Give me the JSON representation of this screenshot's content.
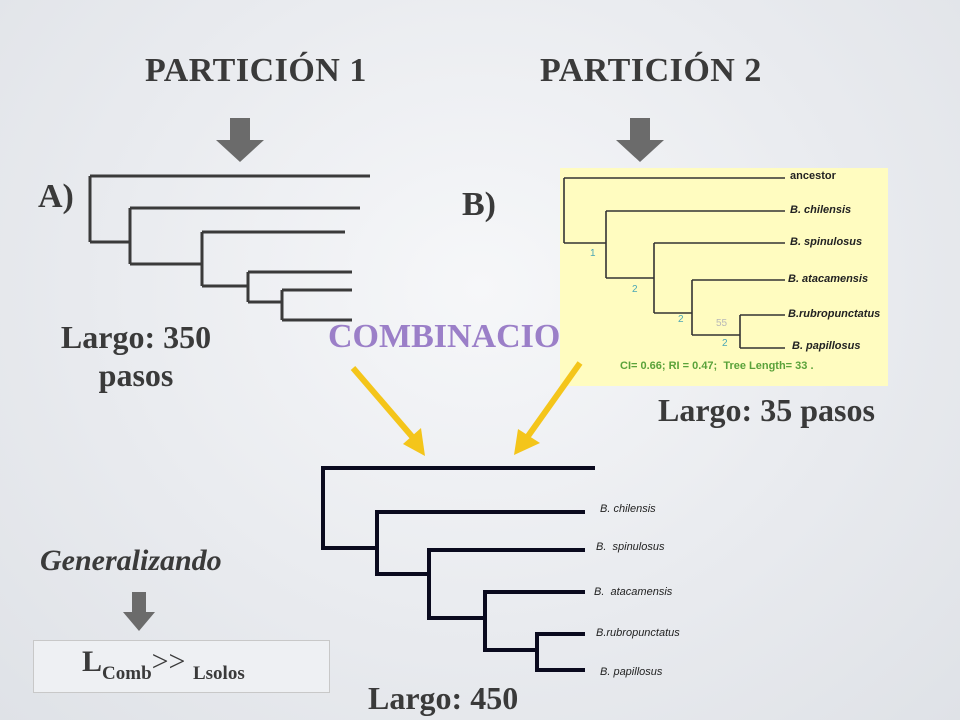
{
  "headings": {
    "partition1": "PARTICIÓN 1",
    "partition2": "PARTICIÓN 2",
    "combination": "COMBINACION"
  },
  "tree_a": {
    "label": "A)",
    "length_line1": "Largo: 350",
    "length_line2": "pasos"
  },
  "tree_b": {
    "label": "B)",
    "taxa": [
      "ancestor",
      "B. chilensis",
      "B. spinulosus",
      "B. atacamensis",
      "B.rubropunctatus",
      "B. papillosus"
    ],
    "node_values": [
      "1",
      "2",
      "2",
      "55",
      "2"
    ],
    "stats": "CI= 0.66; RI = 0.47;  Tree Length= 33 .",
    "length": "Largo: 35 pasos"
  },
  "tree_combined": {
    "taxa": [
      "B. chilensis",
      "B.  spinulosus",
      "B.  atacamensis",
      "B.rubropunctatus",
      "B. papillosus"
    ],
    "length": "Largo: 450"
  },
  "generalization": {
    "label": "Generalizando",
    "formula_main": "L",
    "formula_sub1": "Comb",
    "formula_op": ">> ",
    "formula_glyph": "",
    "formula_sub2": "Lsolos"
  },
  "colors": {
    "text": "#3a3a3a",
    "combination": "#9b7fc8",
    "arrow_gray": "#6b6b6b",
    "arrow_yellow": "#f4c51a",
    "tree_b_bg": "#fffcc0",
    "tree_b_node": "#4aa6b5",
    "tree_b_stats": "#5aa23a"
  }
}
